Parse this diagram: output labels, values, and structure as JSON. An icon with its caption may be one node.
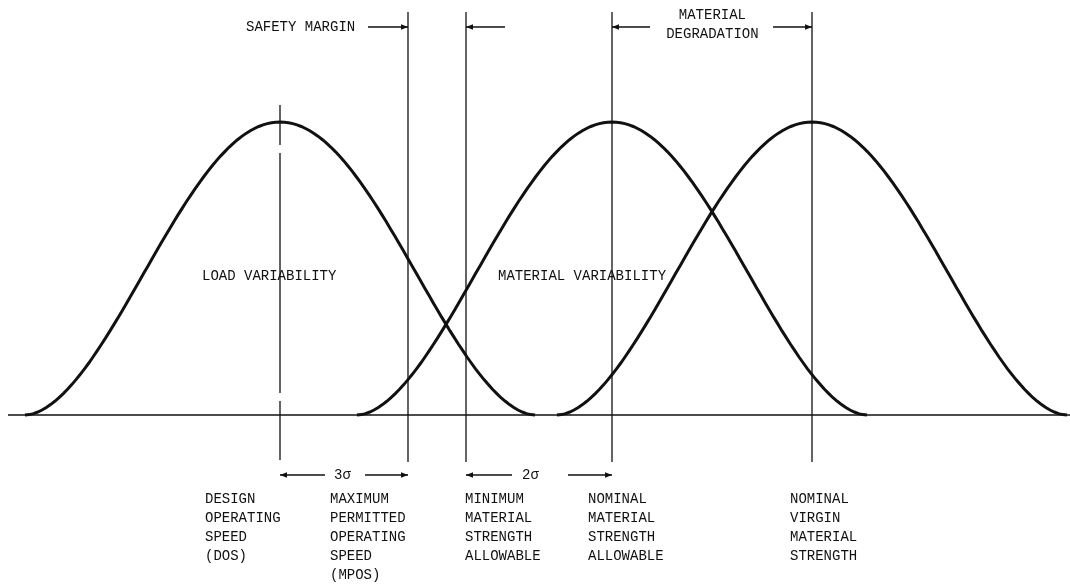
{
  "diagram": {
    "labels": [
      "SAFETY MARGIN",
      "MATERIAL DEGRADATION",
      "LOAD VARIABILITY",
      "MATERIAL VARIABILITY",
      "3σ",
      "2σ",
      "DESIGN OPERATING SPEED (DOS)",
      "MAXIMUM PERMITTED OPERATING SPEED (MPOS)",
      "MINIMUM MATERIAL STRENGTH ALLOWABLE",
      "NOMINAL MATERIAL STRENGTH ALLOWABLE",
      "NOMINAL VIRGIN MATERIAL STRENGTH"
    ]
  }
}
